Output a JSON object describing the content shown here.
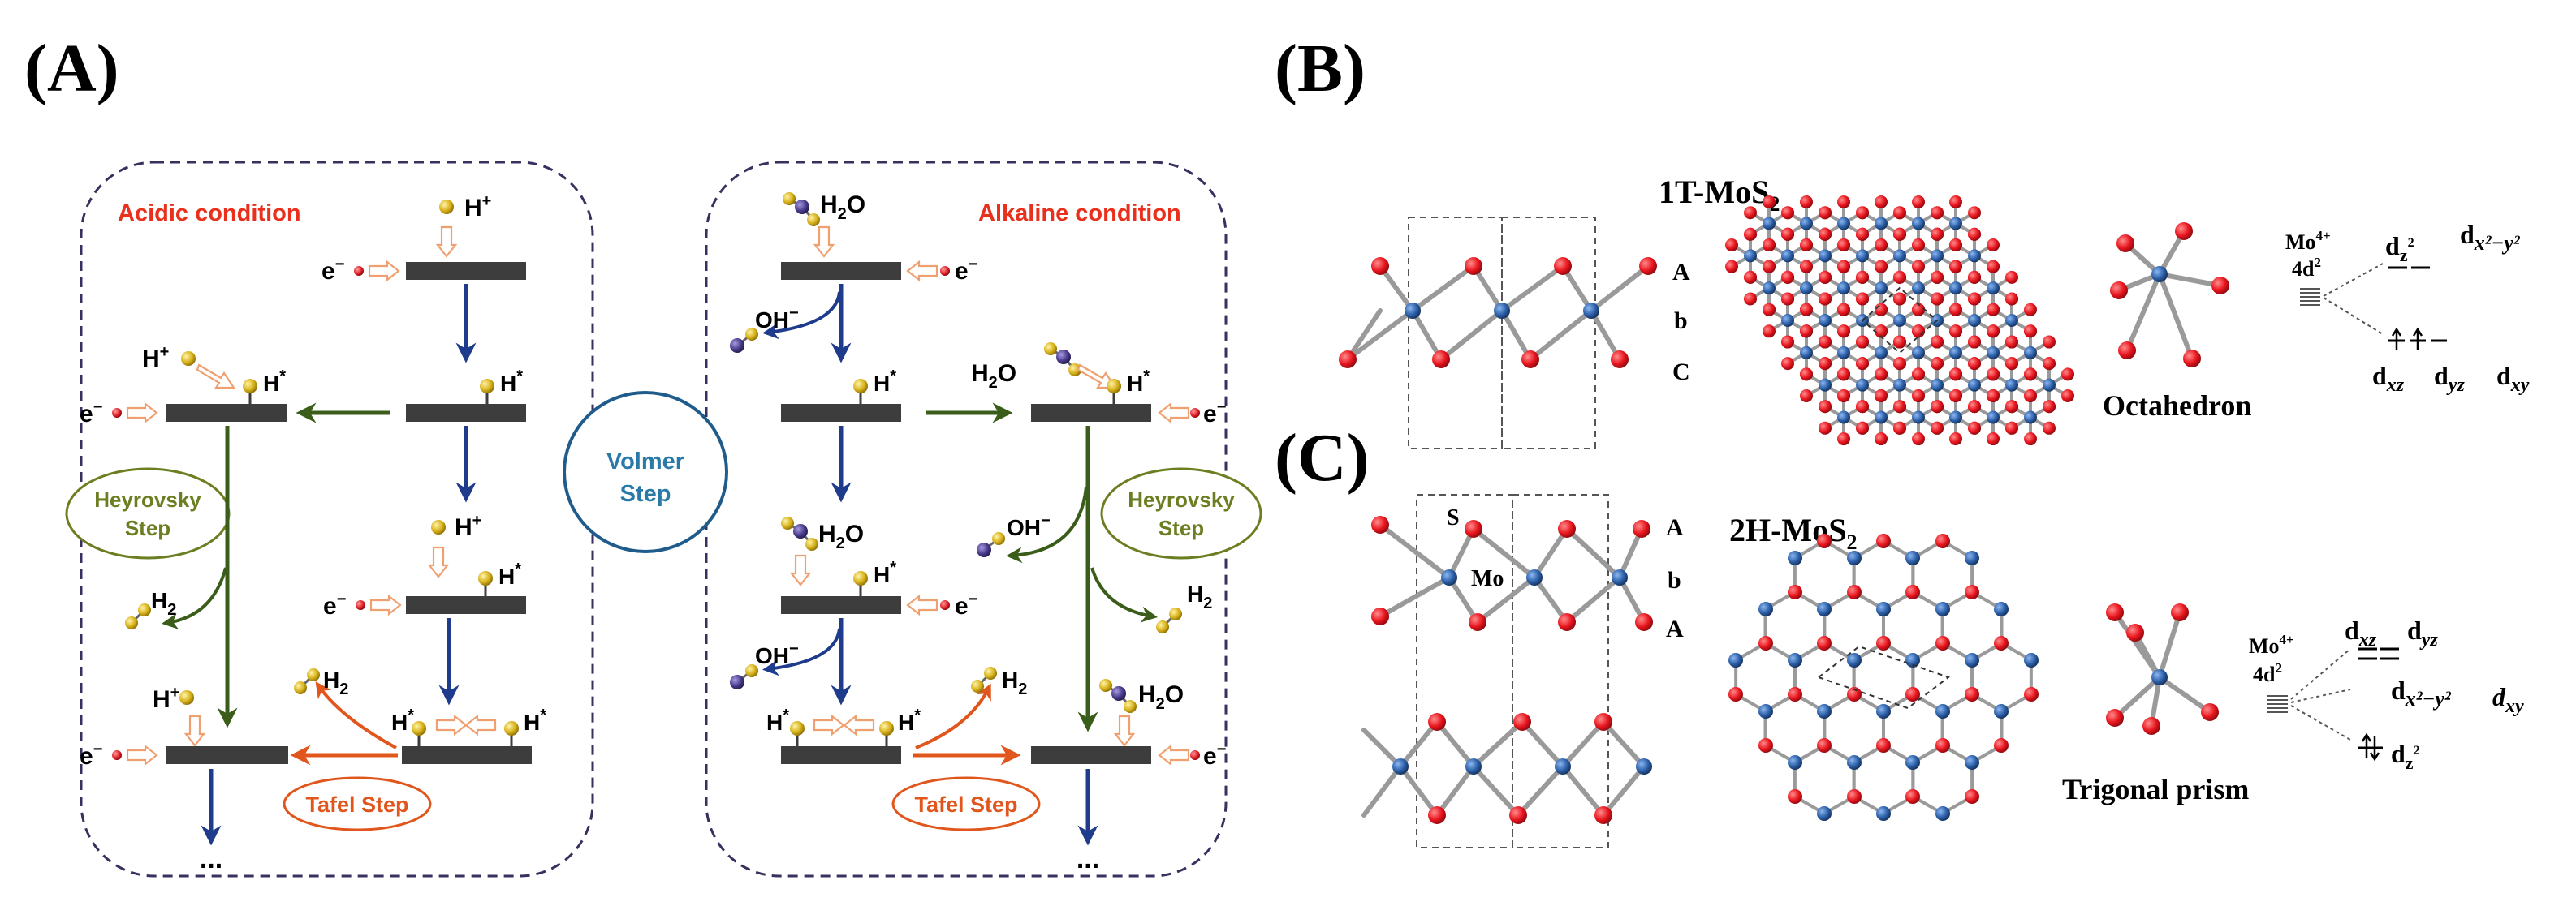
{
  "panel_a": {
    "label": "(A)",
    "acidic": {
      "title": "Acidic condition",
      "h_plus": "H",
      "h_plus_sup": "+",
      "e_minus": "e",
      "e_sup": "−",
      "h_star": "H",
      "star": "*",
      "h2": "H",
      "h2_sub": "2",
      "heyrovsky_l1": "Heyrovsky",
      "heyrovsky_l2": "Step",
      "tafel": "Tafel Step",
      "dots": "..."
    },
    "alkaline": {
      "title": "Alkaline condition",
      "h2o": "H",
      "h2o_sub": "2",
      "h2o_o": "O",
      "oh": "OH",
      "oh_sup": "−",
      "e_minus": "e",
      "e_sup": "−",
      "h_star": "H",
      "star": "*",
      "h2": "H",
      "h2_sub": "2",
      "heyrovsky_l1": "Heyrovsky",
      "heyrovsky_l2": "Step",
      "tafel": "Tafel Step",
      "dots": "..."
    },
    "volmer_l1": "Volmer",
    "volmer_l2": "Step"
  },
  "panel_b": {
    "label": "(B)",
    "title": "1T-MoS",
    "title_sub": "2",
    "layers": [
      "A",
      "b",
      "C"
    ],
    "octahedron": "Octahedron",
    "mo": "Mo",
    "mo_sup": "4+",
    "d_config": "4d",
    "d_sup": "2",
    "orb_z2": "d",
    "orb_z2_sub": "z",
    "orb_z2_sup": "2",
    "orb_x2y2": "d",
    "orb_x2y2_sub": "x²−y²",
    "orb_xz": "d",
    "orb_xz_sub": "xz",
    "orb_yz": "d",
    "orb_yz_sub": "yz",
    "orb_xy": "d",
    "orb_xy_sub": "xy"
  },
  "panel_c": {
    "label": "(C)",
    "title": "2H-MoS",
    "title_sub": "2",
    "layers": [
      "A",
      "b",
      "A"
    ],
    "s_label": "S",
    "mo_label": "Mo",
    "trigonal": "Trigonal prism",
    "mo": "Mo",
    "mo_sup": "4+",
    "d_config": "4d",
    "d_sup": "2",
    "orb_xz": "d",
    "orb_xz_sub": "xz",
    "orb_yz": "d",
    "orb_yz_sub": "yz",
    "orb_x2y2": "d",
    "orb_x2y2_sub": "x²−y²",
    "orb_xy": "d",
    "orb_xy_sub": "xy",
    "orb_z2": "d",
    "orb_z2_sub": "z",
    "orb_z2_sup": "2"
  },
  "colors": {
    "navy": "#1f3b8c",
    "green": "#3a5d1a",
    "orange": "#e0561c",
    "orange_light": "#f5b98d",
    "red_text": "#e8301c",
    "blue_text": "#2a7aa8",
    "olive_text": "#6b7f22",
    "bar": "#3d3d3d",
    "s_atom": "#e8141d",
    "mo_atom": "#2b5fa8",
    "bond": "#9a9a9a",
    "h_atom": "#d8b21a",
    "o_atom": "#4a3c8c",
    "border": "#3a3060"
  }
}
